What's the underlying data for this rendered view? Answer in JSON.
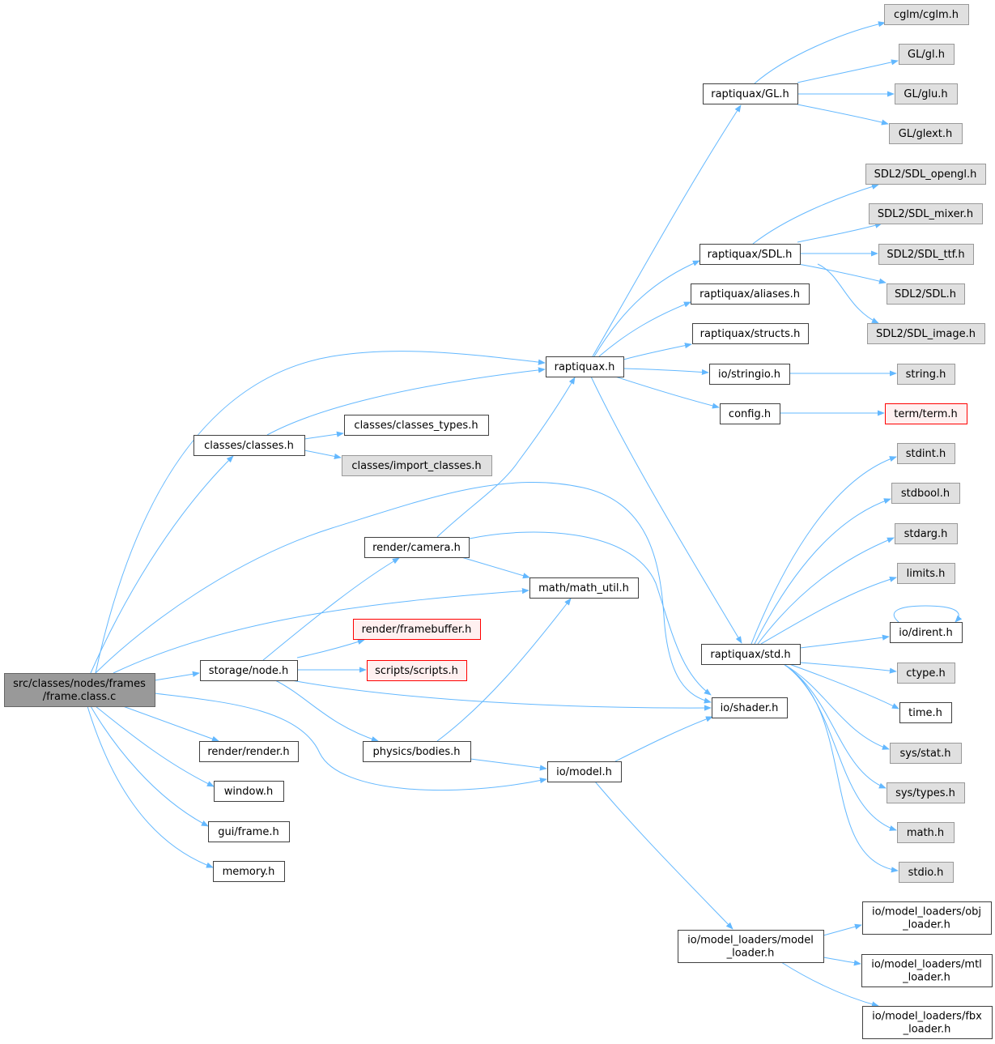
{
  "colors": {
    "edge": "#63b8ff",
    "node_fill": "#ffffff",
    "node_border": "#404040",
    "root_fill": "#999999",
    "root_border": "#666666",
    "external_fill": "#e0e0e0",
    "external_border": "#999999",
    "incomplete_fill": "#fff0f0",
    "incomplete_border": "#ff0000"
  },
  "nodes": [
    {
      "id": "root",
      "style": "root",
      "label_lines": [
        "src/classes/nodes/frames",
        "/frame.class.c"
      ]
    },
    {
      "id": "raptiquax",
      "style": "normal",
      "label_lines": [
        "raptiquax.h"
      ]
    },
    {
      "id": "raptiquax_gl",
      "style": "normal",
      "label_lines": [
        "raptiquax/GL.h"
      ]
    },
    {
      "id": "cglm",
      "style": "external",
      "label_lines": [
        "cglm/cglm.h"
      ]
    },
    {
      "id": "gl_gl",
      "style": "external",
      "label_lines": [
        "GL/gl.h"
      ]
    },
    {
      "id": "gl_glu",
      "style": "external",
      "label_lines": [
        "GL/glu.h"
      ]
    },
    {
      "id": "gl_glext",
      "style": "external",
      "label_lines": [
        "GL/glext.h"
      ]
    },
    {
      "id": "raptiquax_sdl",
      "style": "normal",
      "label_lines": [
        "raptiquax/SDL.h"
      ]
    },
    {
      "id": "sdl_opengl",
      "style": "external",
      "label_lines": [
        "SDL2/SDL_opengl.h"
      ]
    },
    {
      "id": "sdl_mixer",
      "style": "external",
      "label_lines": [
        "SDL2/SDL_mixer.h"
      ]
    },
    {
      "id": "sdl_ttf",
      "style": "external",
      "label_lines": [
        "SDL2/SDL_ttf.h"
      ]
    },
    {
      "id": "sdl_sdl",
      "style": "external",
      "label_lines": [
        "SDL2/SDL.h"
      ]
    },
    {
      "id": "sdl_image",
      "style": "external",
      "label_lines": [
        "SDL2/SDL_image.h"
      ]
    },
    {
      "id": "raptiquax_aliases",
      "style": "normal",
      "label_lines": [
        "raptiquax/aliases.h"
      ]
    },
    {
      "id": "raptiquax_structs",
      "style": "normal",
      "label_lines": [
        "raptiquax/structs.h"
      ]
    },
    {
      "id": "io_stringio",
      "style": "normal",
      "label_lines": [
        "io/stringio.h"
      ]
    },
    {
      "id": "string_h",
      "style": "external",
      "label_lines": [
        "string.h"
      ]
    },
    {
      "id": "config_h",
      "style": "normal",
      "label_lines": [
        "config.h"
      ]
    },
    {
      "id": "term_h",
      "style": "incomplete",
      "label_lines": [
        "term/term.h"
      ]
    },
    {
      "id": "classes_h",
      "style": "normal",
      "label_lines": [
        "classes/classes.h"
      ]
    },
    {
      "id": "classes_types",
      "style": "normal",
      "label_lines": [
        "classes/classes_types.h"
      ]
    },
    {
      "id": "import_classes",
      "style": "external",
      "label_lines": [
        "classes/import_classes.h"
      ]
    },
    {
      "id": "render_camera",
      "style": "normal",
      "label_lines": [
        "render/camera.h"
      ]
    },
    {
      "id": "math_util",
      "style": "normal",
      "label_lines": [
        "math/math_util.h"
      ]
    },
    {
      "id": "render_framebuffer",
      "style": "incomplete",
      "label_lines": [
        "render/framebuffer.h"
      ]
    },
    {
      "id": "storage_node",
      "style": "normal",
      "label_lines": [
        "storage/node.h"
      ]
    },
    {
      "id": "scripts_h",
      "style": "incomplete",
      "label_lines": [
        "scripts/scripts.h"
      ]
    },
    {
      "id": "io_shader",
      "style": "normal",
      "label_lines": [
        "io/shader.h"
      ]
    },
    {
      "id": "physics_bodies",
      "style": "normal",
      "label_lines": [
        "physics/bodies.h"
      ]
    },
    {
      "id": "io_model",
      "style": "normal",
      "label_lines": [
        "io/model.h"
      ]
    },
    {
      "id": "render_render",
      "style": "normal",
      "label_lines": [
        "render/render.h"
      ]
    },
    {
      "id": "window_h",
      "style": "normal",
      "label_lines": [
        "window.h"
      ]
    },
    {
      "id": "gui_frame",
      "style": "normal",
      "label_lines": [
        "gui/frame.h"
      ]
    },
    {
      "id": "memory_h",
      "style": "normal",
      "label_lines": [
        "memory.h"
      ]
    },
    {
      "id": "raptiquax_std",
      "style": "normal",
      "label_lines": [
        "raptiquax/std.h"
      ]
    },
    {
      "id": "stdint",
      "style": "external",
      "label_lines": [
        "stdint.h"
      ]
    },
    {
      "id": "stdbool",
      "style": "external",
      "label_lines": [
        "stdbool.h"
      ]
    },
    {
      "id": "stdarg",
      "style": "external",
      "label_lines": [
        "stdarg.h"
      ]
    },
    {
      "id": "limits",
      "style": "external",
      "label_lines": [
        "limits.h"
      ]
    },
    {
      "id": "io_dirent",
      "style": "normal",
      "label_lines": [
        "io/dirent.h"
      ]
    },
    {
      "id": "ctype",
      "style": "external",
      "label_lines": [
        "ctype.h"
      ]
    },
    {
      "id": "time_h",
      "style": "normal",
      "label_lines": [
        "time.h"
      ]
    },
    {
      "id": "sys_stat",
      "style": "external",
      "label_lines": [
        "sys/stat.h"
      ]
    },
    {
      "id": "sys_types",
      "style": "external",
      "label_lines": [
        "sys/types.h"
      ]
    },
    {
      "id": "math_h",
      "style": "external",
      "label_lines": [
        "math.h"
      ]
    },
    {
      "id": "stdio",
      "style": "external",
      "label_lines": [
        "stdio.h"
      ]
    },
    {
      "id": "model_loader",
      "style": "normal",
      "label_lines": [
        "io/model_loaders/model",
        "_loader.h"
      ]
    },
    {
      "id": "obj_loader",
      "style": "normal",
      "label_lines": [
        "io/model_loaders/obj",
        "_loader.h"
      ]
    },
    {
      "id": "mtl_loader",
      "style": "normal",
      "label_lines": [
        "io/model_loaders/mtl",
        "_loader.h"
      ]
    },
    {
      "id": "fbx_loader",
      "style": "normal",
      "label_lines": [
        "io/model_loaders/fbx",
        "_loader.h"
      ]
    }
  ],
  "edges": [
    {
      "from": "root",
      "to": "raptiquax"
    },
    {
      "from": "root",
      "to": "classes_h"
    },
    {
      "from": "root",
      "to": "io_shader"
    },
    {
      "from": "root",
      "to": "math_util"
    },
    {
      "from": "root",
      "to": "storage_node"
    },
    {
      "from": "root",
      "to": "io_model"
    },
    {
      "from": "root",
      "to": "render_render"
    },
    {
      "from": "root",
      "to": "window_h"
    },
    {
      "from": "root",
      "to": "gui_frame"
    },
    {
      "from": "root",
      "to": "memory_h"
    },
    {
      "from": "raptiquax",
      "to": "raptiquax_gl"
    },
    {
      "from": "raptiquax",
      "to": "raptiquax_sdl"
    },
    {
      "from": "raptiquax",
      "to": "raptiquax_aliases"
    },
    {
      "from": "raptiquax",
      "to": "raptiquax_structs"
    },
    {
      "from": "raptiquax",
      "to": "io_stringio"
    },
    {
      "from": "raptiquax",
      "to": "config_h"
    },
    {
      "from": "raptiquax",
      "to": "raptiquax_std"
    },
    {
      "from": "raptiquax_gl",
      "to": "cglm"
    },
    {
      "from": "raptiquax_gl",
      "to": "gl_gl"
    },
    {
      "from": "raptiquax_gl",
      "to": "gl_glu"
    },
    {
      "from": "raptiquax_gl",
      "to": "gl_glext"
    },
    {
      "from": "raptiquax_sdl",
      "to": "sdl_opengl"
    },
    {
      "from": "raptiquax_sdl",
      "to": "sdl_mixer"
    },
    {
      "from": "raptiquax_sdl",
      "to": "sdl_ttf"
    },
    {
      "from": "raptiquax_sdl",
      "to": "sdl_sdl"
    },
    {
      "from": "raptiquax_sdl",
      "to": "sdl_image"
    },
    {
      "from": "io_stringio",
      "to": "string_h"
    },
    {
      "from": "config_h",
      "to": "term_h"
    },
    {
      "from": "classes_h",
      "to": "raptiquax"
    },
    {
      "from": "classes_h",
      "to": "classes_types"
    },
    {
      "from": "classes_h",
      "to": "import_classes"
    },
    {
      "from": "render_camera",
      "to": "raptiquax"
    },
    {
      "from": "render_camera",
      "to": "math_util"
    },
    {
      "from": "render_camera",
      "to": "io_shader"
    },
    {
      "from": "storage_node",
      "to": "render_camera"
    },
    {
      "from": "storage_node",
      "to": "render_framebuffer"
    },
    {
      "from": "storage_node",
      "to": "scripts_h"
    },
    {
      "from": "storage_node",
      "to": "io_shader"
    },
    {
      "from": "storage_node",
      "to": "physics_bodies"
    },
    {
      "from": "physics_bodies",
      "to": "math_util"
    },
    {
      "from": "physics_bodies",
      "to": "io_model"
    },
    {
      "from": "io_model",
      "to": "io_shader"
    },
    {
      "from": "io_model",
      "to": "model_loader"
    },
    {
      "from": "raptiquax_std",
      "to": "stdint"
    },
    {
      "from": "raptiquax_std",
      "to": "stdbool"
    },
    {
      "from": "raptiquax_std",
      "to": "stdarg"
    },
    {
      "from": "raptiquax_std",
      "to": "limits"
    },
    {
      "from": "raptiquax_std",
      "to": "io_dirent"
    },
    {
      "from": "raptiquax_std",
      "to": "ctype"
    },
    {
      "from": "raptiquax_std",
      "to": "time_h"
    },
    {
      "from": "raptiquax_std",
      "to": "sys_stat"
    },
    {
      "from": "raptiquax_std",
      "to": "sys_types"
    },
    {
      "from": "raptiquax_std",
      "to": "math_h"
    },
    {
      "from": "raptiquax_std",
      "to": "stdio"
    },
    {
      "from": "io_dirent",
      "to": "io_dirent"
    },
    {
      "from": "model_loader",
      "to": "obj_loader"
    },
    {
      "from": "model_loader",
      "to": "mtl_loader"
    },
    {
      "from": "model_loader",
      "to": "fbx_loader"
    }
  ]
}
